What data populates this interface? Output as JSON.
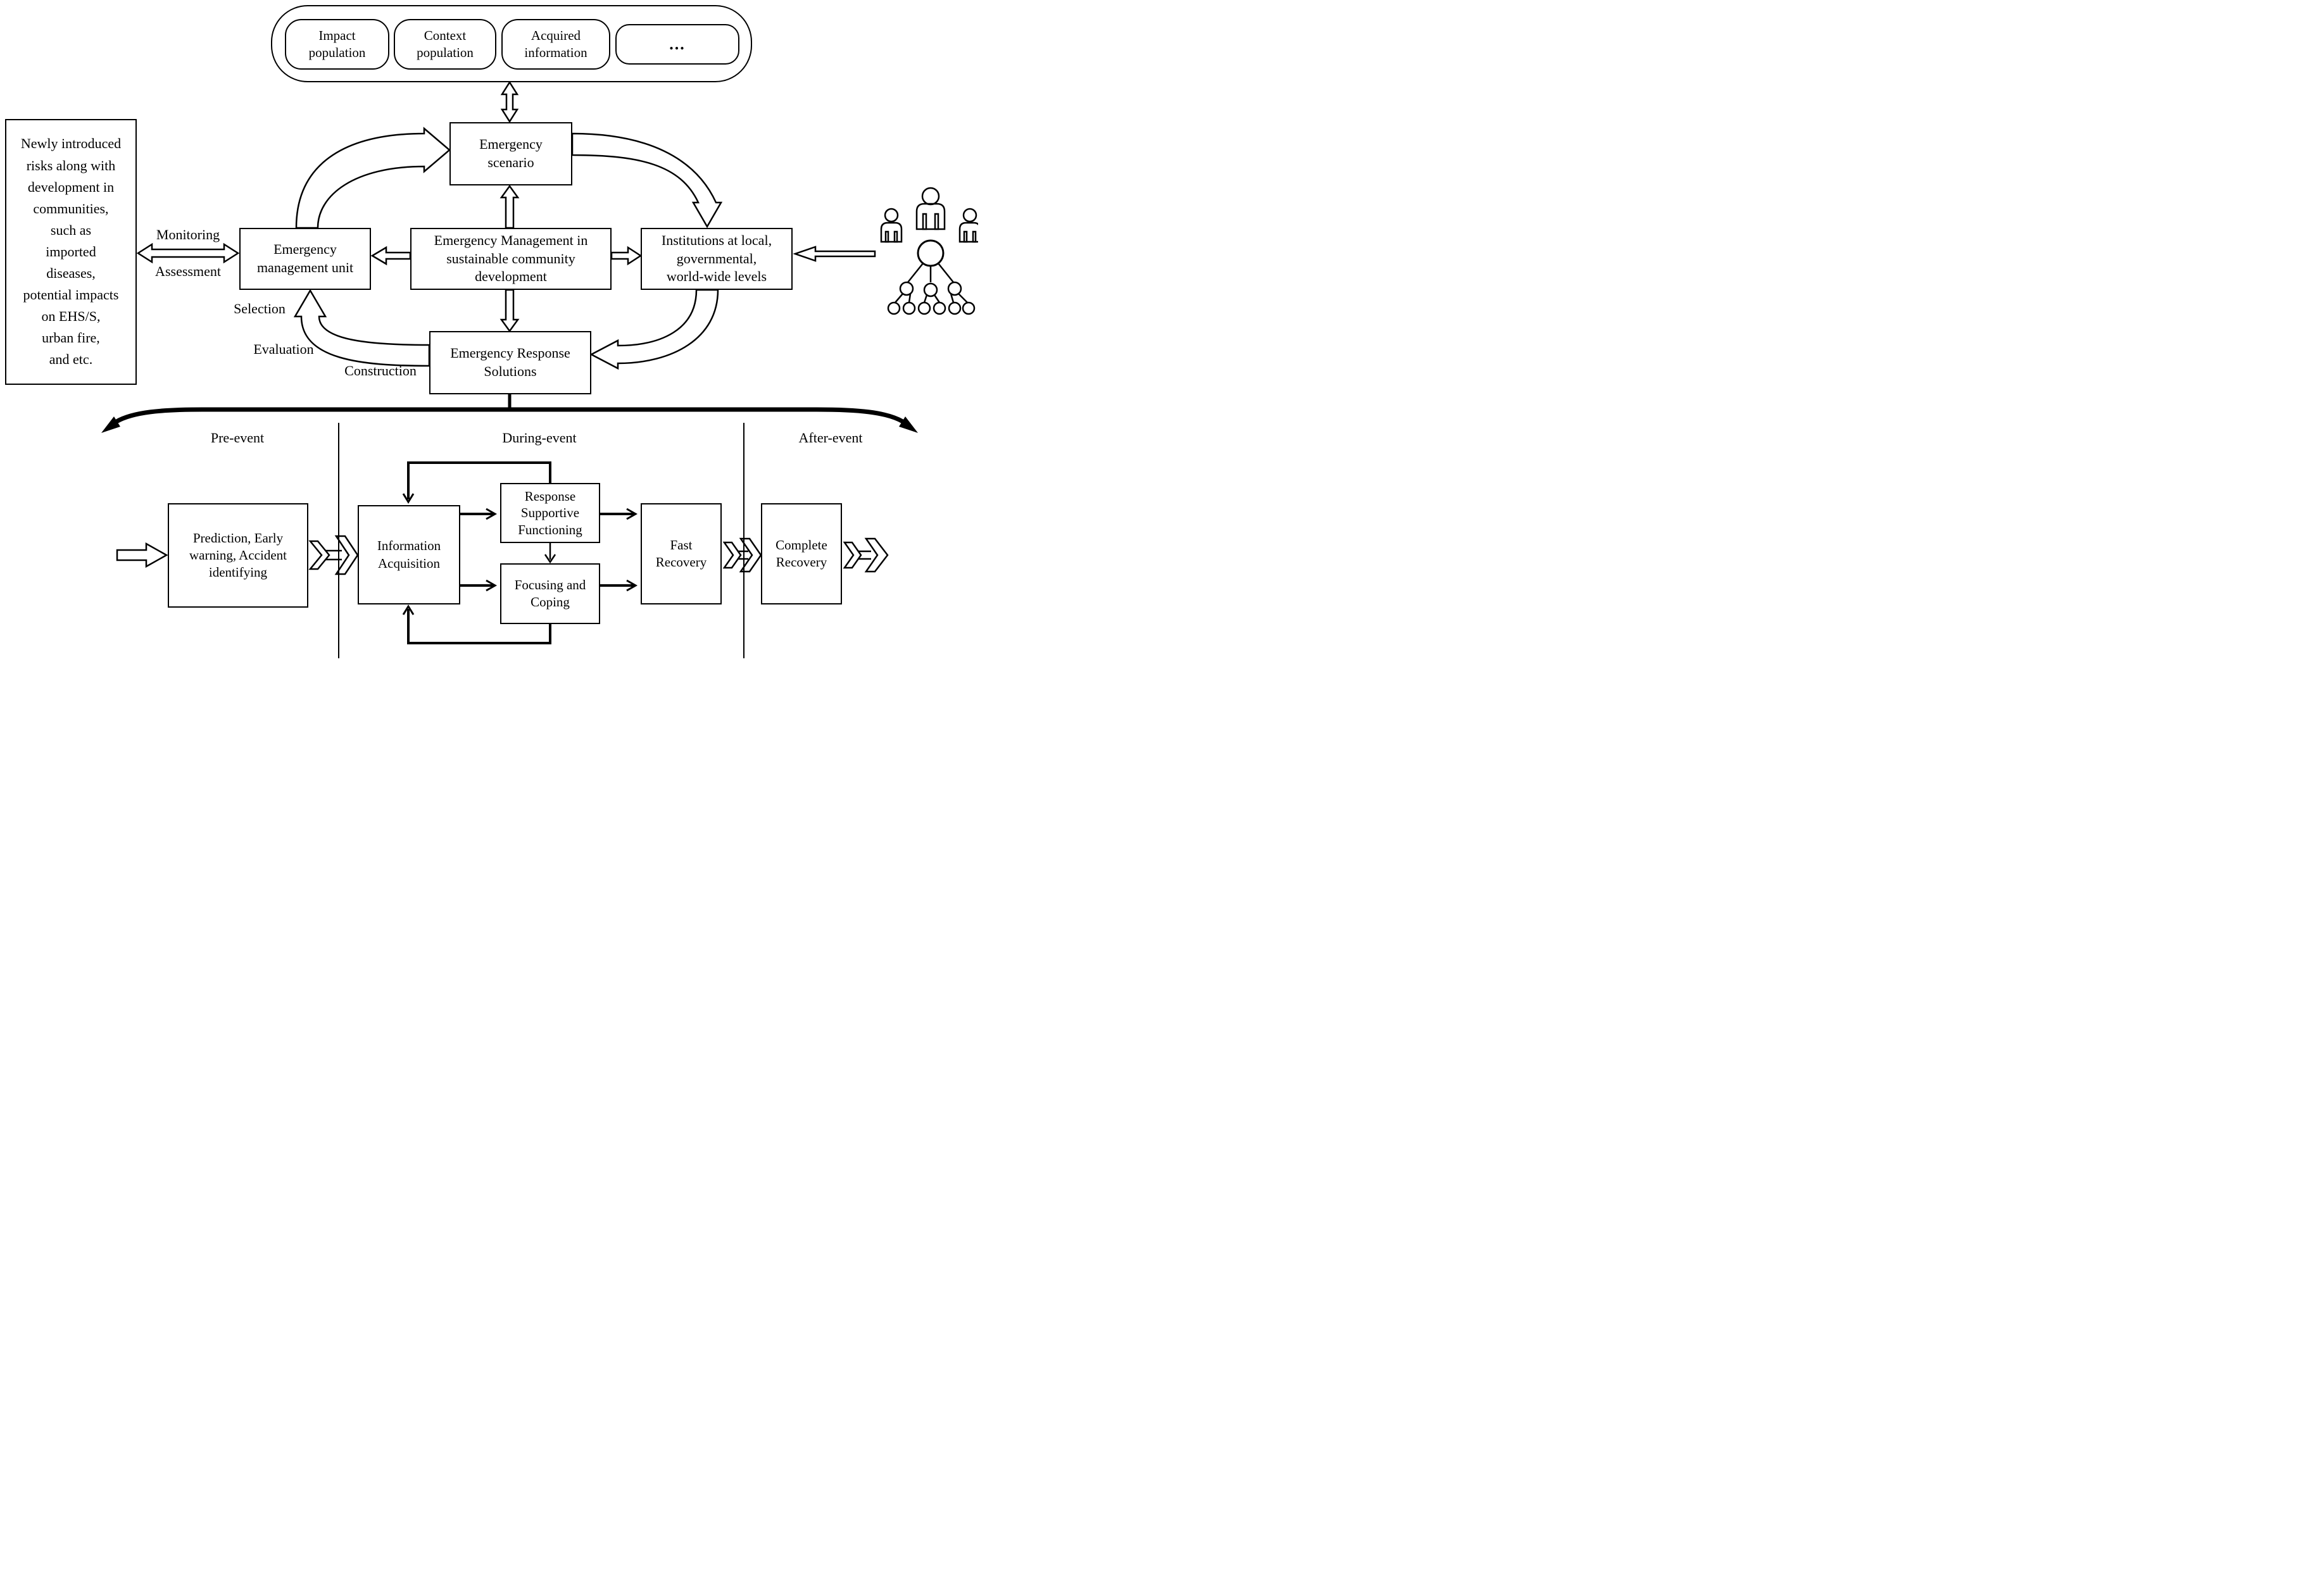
{
  "top_panel": {
    "items": [
      {
        "label": "Impact\npopulation"
      },
      {
        "label": "Context\npopulation"
      },
      {
        "label": "Acquired\ninformation"
      },
      {
        "label": "..."
      }
    ]
  },
  "core": {
    "emergency_scenario": "Emergency\nscenario",
    "management_unit": "Emergency\nmanagement unit",
    "center_box": "Emergency Management in\nsustainable community\ndevelopment",
    "institutions": "Institutions at local,\ngovernmental,\nworld-wide levels",
    "solutions": "Emergency Response\nSolutions",
    "risks_note": "Newly introduced\nrisks along with\ndevelopment in\ncommunities,\nsuch as\nimported\ndiseases,\npotential impacts\non EHS/S,\nurban fire,\nand etc.",
    "labels": {
      "monitoring": "Monitoring",
      "assessment": "Assessment",
      "selection": "Selection",
      "evaluation": "Evaluation",
      "construction": "Construction"
    }
  },
  "phases": {
    "pre": "Pre-event",
    "during": "During-event",
    "after": "After-event"
  },
  "process": {
    "prediction": "Prediction, Early\nwarning, Accident\nidentifying",
    "information_acquisition": "Information\nAcquisition",
    "response_supportive": "Response\nSupportive\nFunctioning",
    "focusing_coping": "Focusing and\nCoping",
    "fast_recovery": "Fast\nRecovery",
    "complete_recovery": "Complete\nRecovery"
  },
  "colors": {
    "ink": "#000000",
    "paper": "#ffffff"
  }
}
